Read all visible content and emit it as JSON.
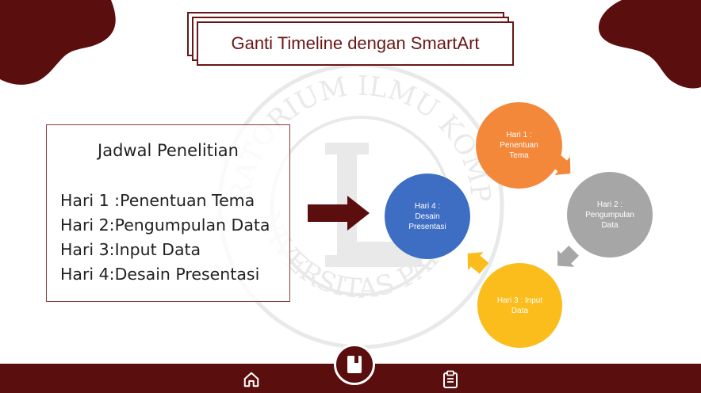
{
  "slide": {
    "title": "Ganti Timeline dengan SmartArt",
    "card": {
      "heading": "Jadwal Penelitian",
      "items": [
        "Hari 1 :Penentuan Tema",
        "Hari 2:Pengumpulan Data",
        "Hari 3:Input Data",
        "Hari 4:Desain Presentasi"
      ]
    },
    "cycle": {
      "nodes": [
        {
          "text": "Hari 1 :\nPenentuan\nTema",
          "color": "#f4883a"
        },
        {
          "text": "Hari 2 :\nPengumpulan\nData",
          "color": "#a6a6a6"
        },
        {
          "text": "Hari 3 : Input\nData",
          "color": "#fbbd1b"
        },
        {
          "text": "Hari 4 :\nDesain\nPresentasi",
          "color": "#3e6ec4"
        }
      ]
    }
  },
  "watermark": {
    "top_text": "LABORATORIUM ILMU KOMPUTER",
    "bottom_text": "UNIVERSITAS PAKUAN"
  },
  "footer": {
    "home_icon": "home-icon",
    "center_icon": "notebook-icon",
    "right_icon": "clipboard-icon"
  },
  "colors": {
    "maroon": "#5a0e0e",
    "title": "#6b1616"
  }
}
